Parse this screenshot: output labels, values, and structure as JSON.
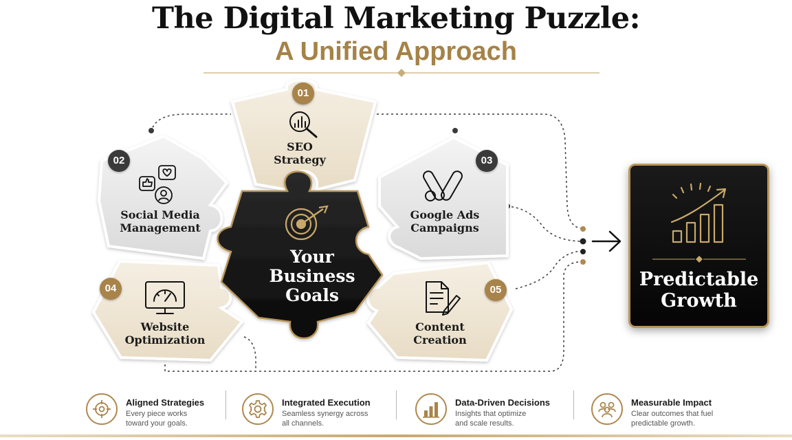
{
  "header": {
    "title": "The Digital Marketing Puzzle:",
    "subtitle": "A Unified Approach"
  },
  "colors": {
    "gold": "#a8834a",
    "cream": "#efe6d4",
    "light_gray": "#eaeaea",
    "black": "#111111"
  },
  "center": {
    "lines": [
      "Your",
      "Business",
      "Goals"
    ],
    "icon": "target-arrow-icon"
  },
  "pieces": [
    {
      "number": "01",
      "lines": [
        "SEO",
        "Strategy"
      ],
      "icon": "magnifier-chart-icon"
    },
    {
      "number": "02",
      "lines": [
        "Social Media",
        "Management"
      ],
      "icon": "social-media-icon"
    },
    {
      "number": "03",
      "lines": [
        "Google Ads",
        "Campaigns"
      ],
      "icon": "google-ads-icon"
    },
    {
      "number": "04",
      "lines": [
        "Website",
        "Optimization"
      ],
      "icon": "monitor-gauge-icon"
    },
    {
      "number": "05",
      "lines": [
        "Content",
        "Creation"
      ],
      "icon": "document-pen-icon"
    }
  ],
  "result": {
    "lines": [
      "Predictable",
      "Growth"
    ],
    "icon": "growth-chart-icon"
  },
  "features": [
    {
      "title": "Aligned Strategies",
      "desc": [
        "Every piece works",
        "toward your goals."
      ],
      "icon": "crosshair-icon"
    },
    {
      "title": "Integrated Execution",
      "desc": [
        "Seamless synergy across",
        "all channels."
      ],
      "icon": "gear-icon"
    },
    {
      "title": "Data-Driven Decisions",
      "desc": [
        "Insights that optimize",
        "and scale results."
      ],
      "icon": "bar-chart-icon"
    },
    {
      "title": "Measurable Impact",
      "desc": [
        "Clear outcomes that fuel",
        "predictable growth."
      ],
      "icon": "team-icon"
    }
  ]
}
